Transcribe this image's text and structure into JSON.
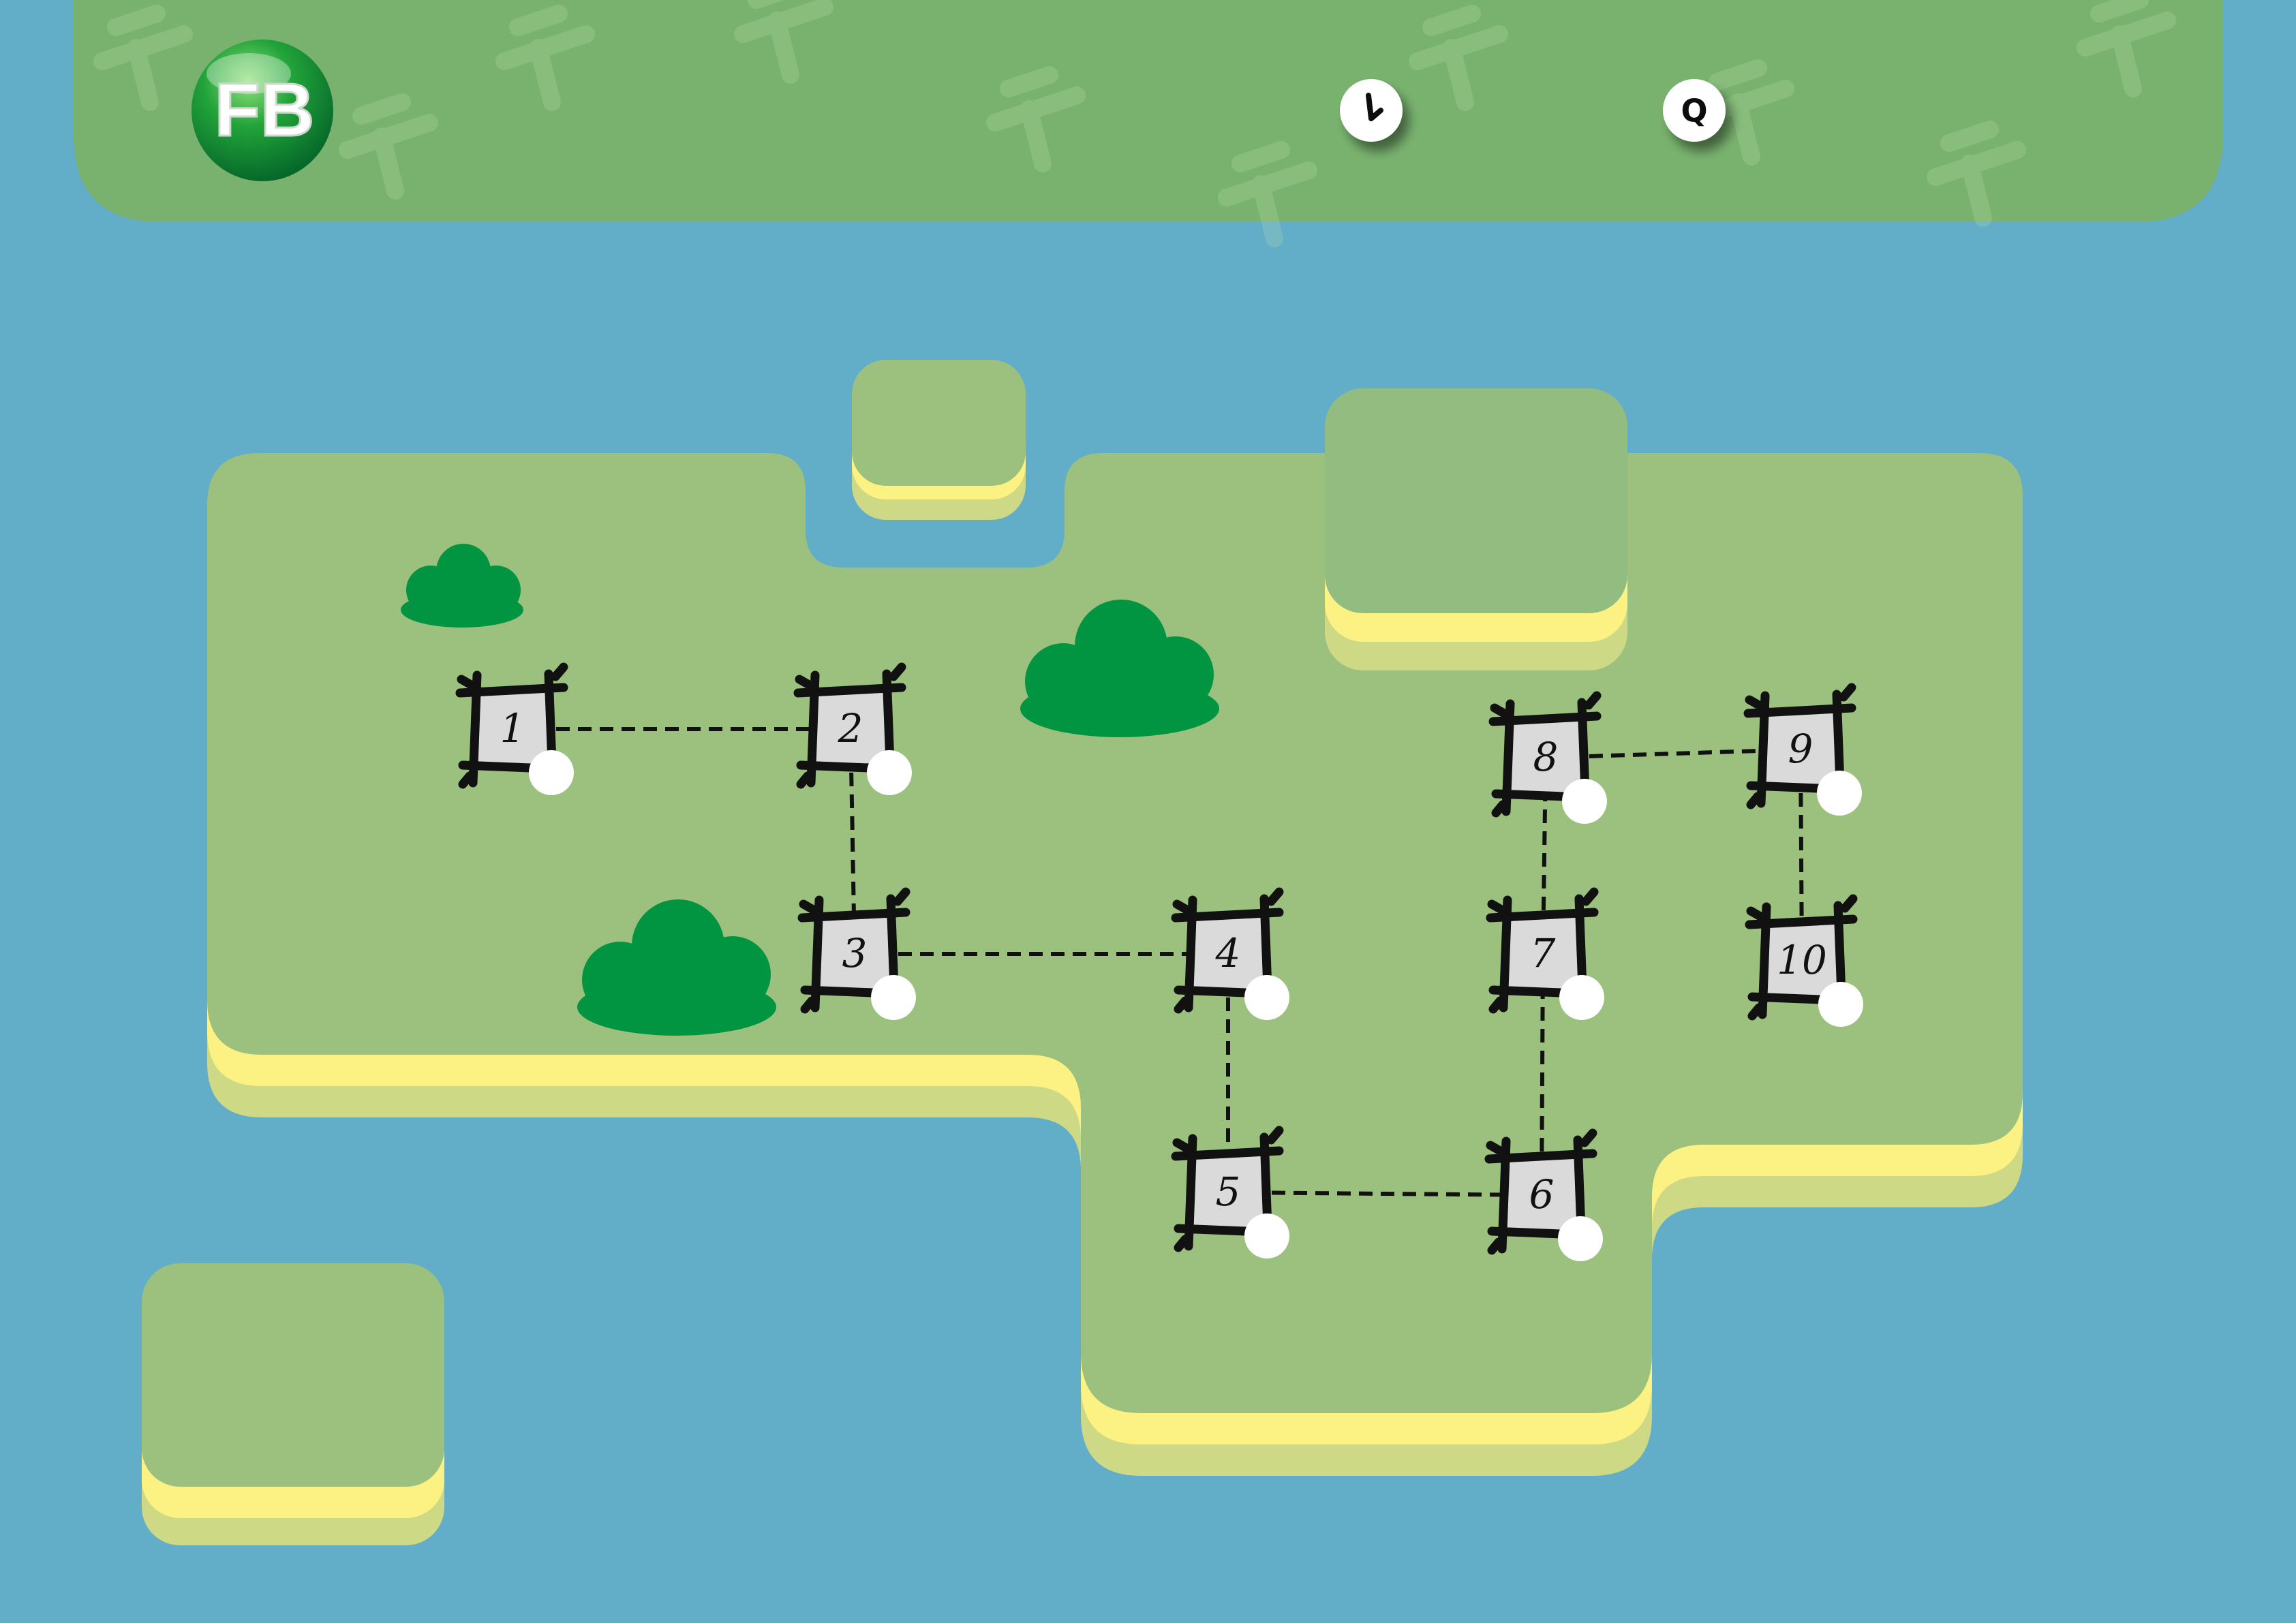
{
  "game": {
    "logo_text": "FB",
    "colors": {
      "water": "#62adc8",
      "banner": "#79b26f",
      "grass": "#9cc07e",
      "sand": "#fcf283",
      "sand_shadow": "#cdd984",
      "bush": "#029541",
      "tile": "#dadada"
    }
  },
  "hud": {
    "timer_icon": "clock-icon",
    "quit_label": "Q"
  },
  "levels": [
    {
      "label": "1",
      "completed": false
    },
    {
      "label": "2",
      "completed": false
    },
    {
      "label": "3",
      "completed": false
    },
    {
      "label": "4",
      "completed": false
    },
    {
      "label": "5",
      "completed": false
    },
    {
      "label": "6",
      "completed": false
    },
    {
      "label": "7",
      "completed": false
    },
    {
      "label": "8",
      "completed": false
    },
    {
      "label": "9",
      "completed": false
    },
    {
      "label": "10",
      "completed": false
    }
  ],
  "paths": [
    [
      1,
      2
    ],
    [
      2,
      3
    ],
    [
      3,
      4
    ],
    [
      4,
      5
    ],
    [
      5,
      6
    ],
    [
      6,
      7
    ],
    [
      7,
      8
    ],
    [
      8,
      9
    ],
    [
      9,
      10
    ]
  ]
}
